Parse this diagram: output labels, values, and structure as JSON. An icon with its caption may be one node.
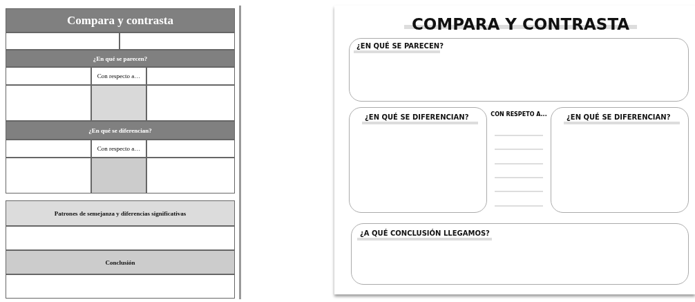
{
  "diagram": {
    "nodes": [
      {
        "text": [
          "Compara y contrasta"
        ]
      },
      {
        "text": [
          "¿En qué se parecen?"
        ]
      },
      {
        "text": [
          "Con respecto a…"
        ]
      },
      {
        "text": [
          "¿En qué se diferencian?"
        ]
      },
      {
        "text": [
          "Con respecto a…"
        ]
      },
      {
        "text": [
          "Patrones de semejanza y diferencias significativas"
        ]
      },
      {
        "text": [
          "Conclusión"
        ]
      },
      {
        "text": [
          "¿EN QUÉ SE PARECEN?"
        ]
      },
      {
        "text": [
          "¿EN QUÉ SE DIFERENCIAN?"
        ]
      },
      {
        "text": [
          "¿EN QUÉ SE DIFERENCIAN?"
        ]
      },
      {
        "text": [
          "¿A QUÉ CONCLUSIÓN LLEGAMOS?"
        ]
      }
    ],
    "edges": [],
    "labels": [
      "COMPARA Y CONTRASTA",
      "CON RESPETO A..."
    ]
  }
}
